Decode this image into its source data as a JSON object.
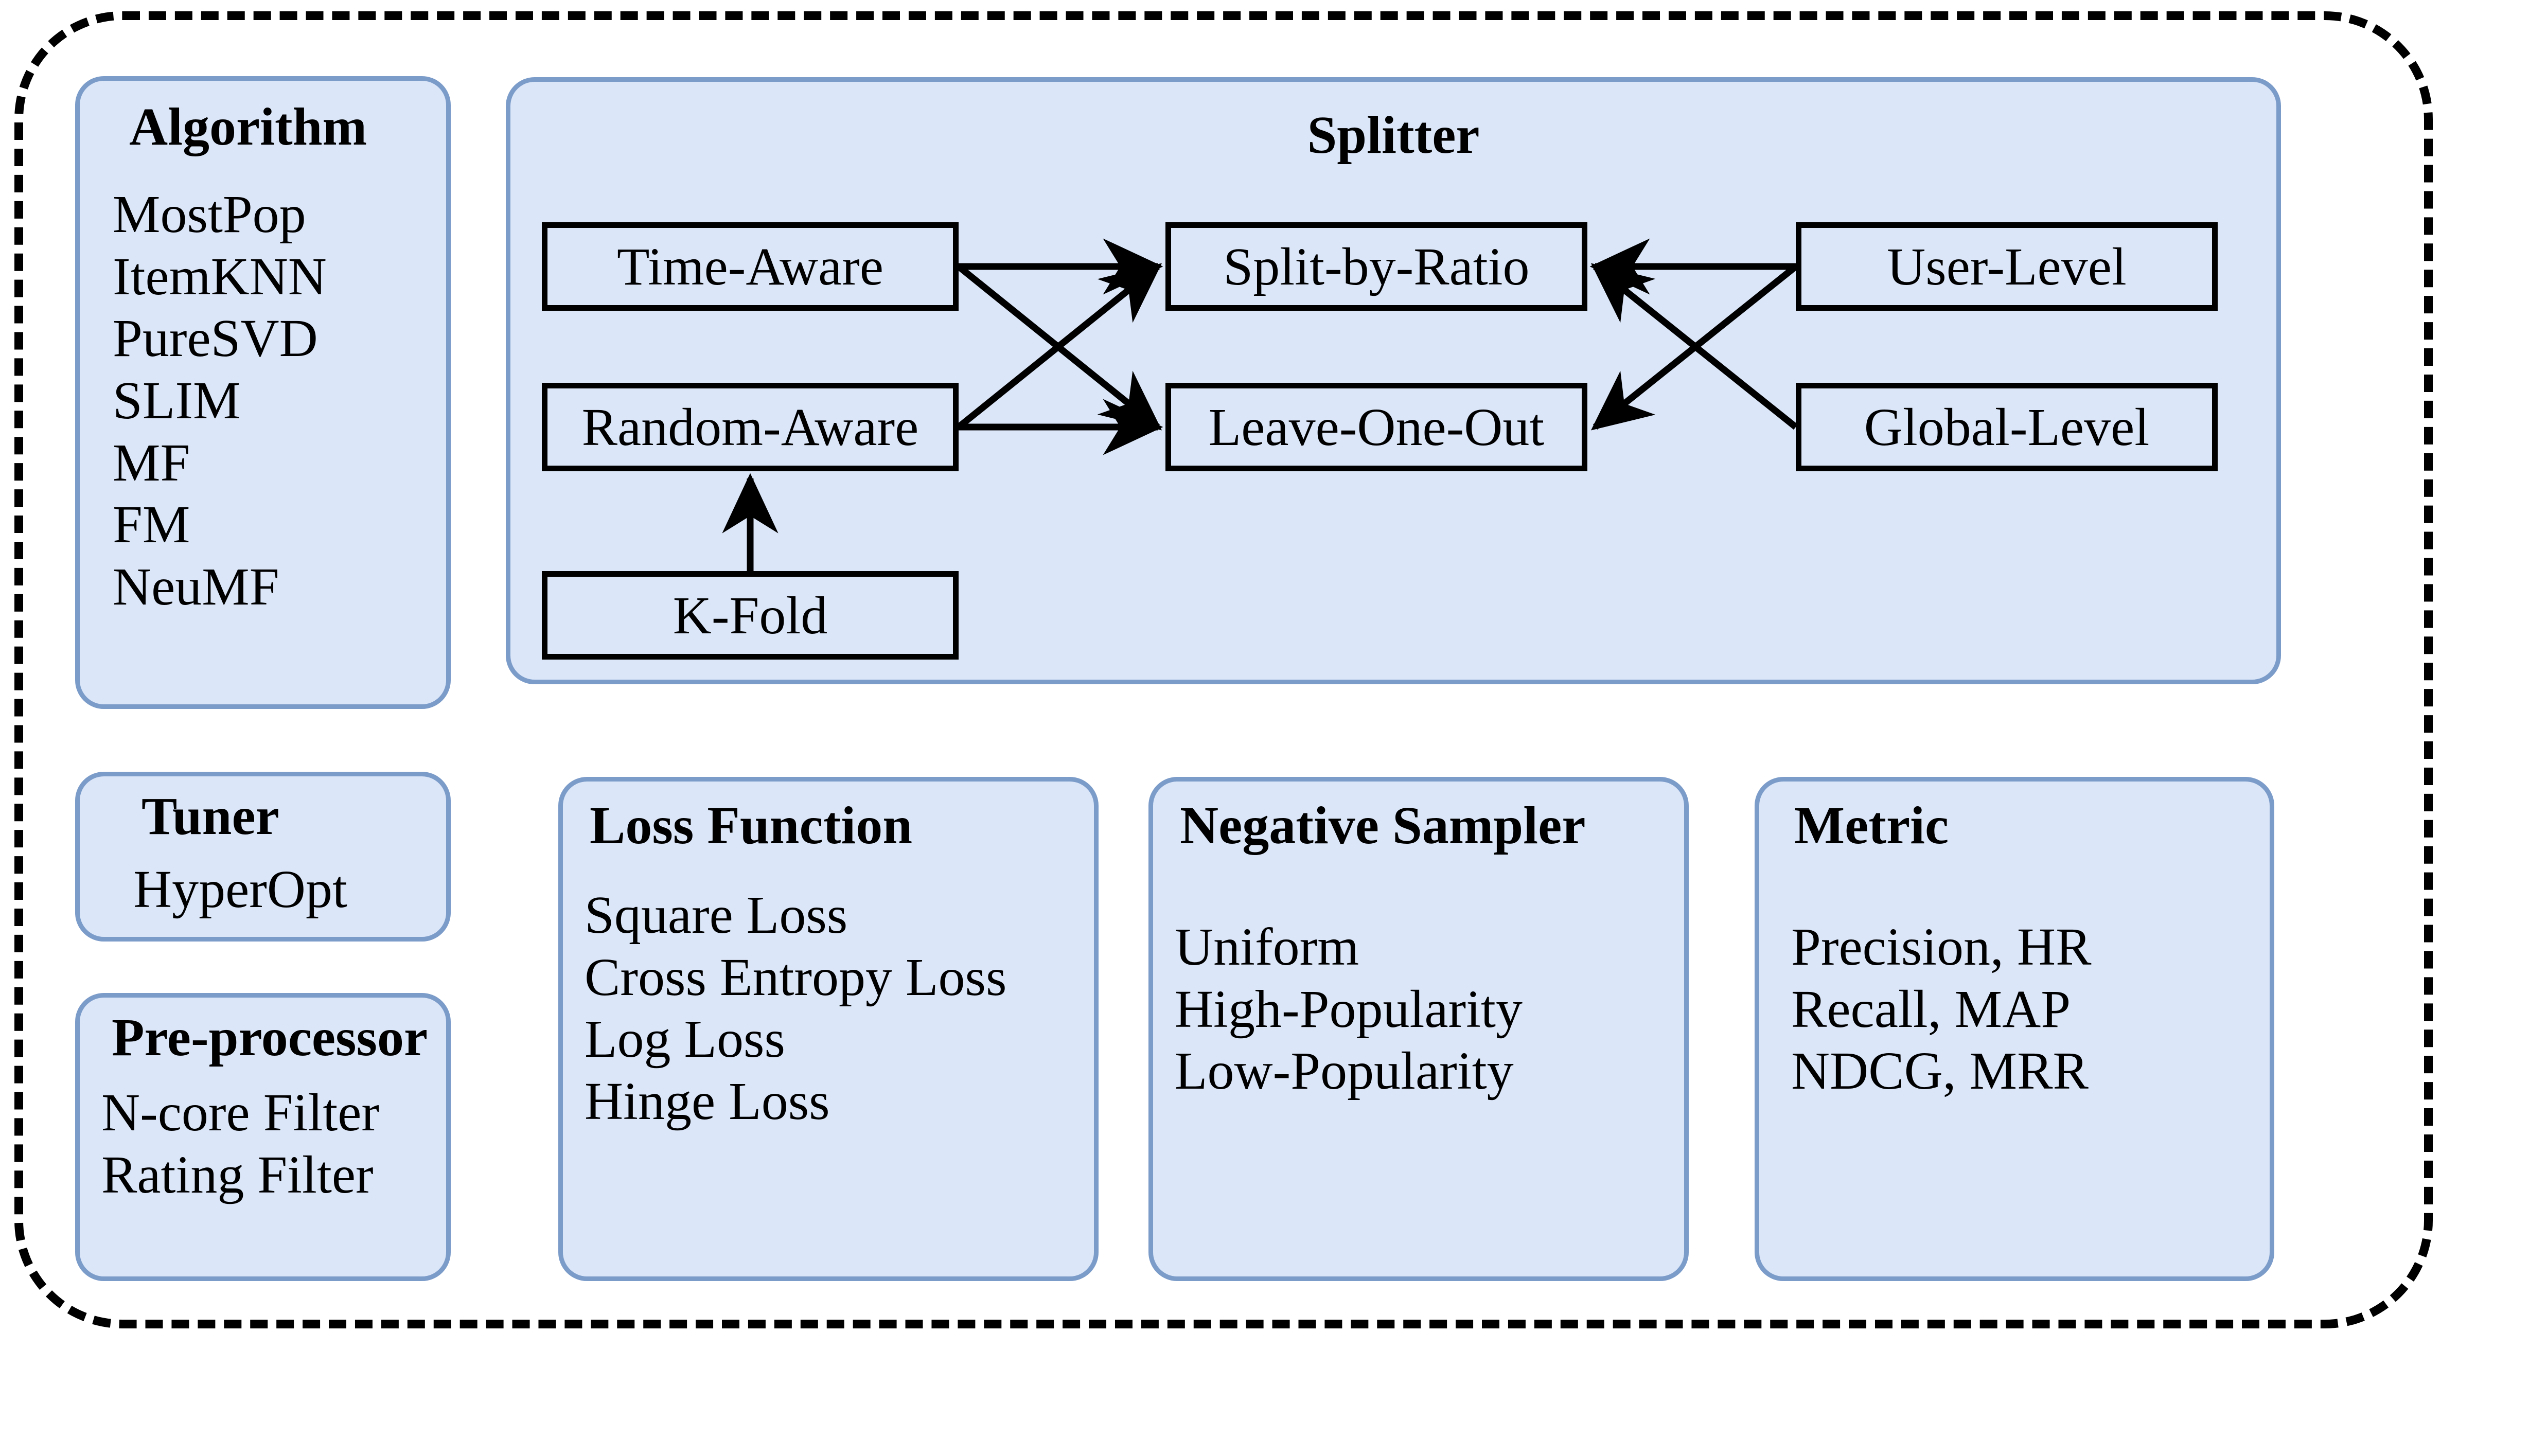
{
  "colors": {
    "panel_fill": "#dbe6f8",
    "panel_border": "#7b9bc9",
    "node_border": "#000000",
    "frame_dash": "#000000",
    "background": "#ffffff"
  },
  "algorithm": {
    "title": "Algorithm",
    "items": [
      "MostPop",
      "ItemKNN",
      "PureSVD",
      "SLIM",
      "MF",
      "FM",
      "NeuMF"
    ]
  },
  "splitter": {
    "title": "Splitter",
    "nodes": {
      "time_aware": "Time-Aware",
      "random_aware": "Random-Aware",
      "k_fold": "K-Fold",
      "split_by_ratio": "Split-by-Ratio",
      "leave_one_out": "Leave-One-Out",
      "user_level": "User-Level",
      "global_level": "Global-Level"
    },
    "edges": [
      {
        "from": "Time-Aware",
        "to": "Split-by-Ratio"
      },
      {
        "from": "Time-Aware",
        "to": "Leave-One-Out"
      },
      {
        "from": "Random-Aware",
        "to": "Split-by-Ratio"
      },
      {
        "from": "Random-Aware",
        "to": "Leave-One-Out"
      },
      {
        "from": "K-Fold",
        "to": "Random-Aware"
      },
      {
        "from": "User-Level",
        "to": "Split-by-Ratio"
      },
      {
        "from": "User-Level",
        "to": "Leave-One-Out"
      },
      {
        "from": "Global-Level",
        "to": "Split-by-Ratio"
      }
    ]
  },
  "tuner": {
    "title": "Tuner",
    "items": [
      "HyperOpt"
    ]
  },
  "preprocessor": {
    "title": "Pre-processor",
    "items": [
      "N-core Filter",
      "Rating Filter"
    ]
  },
  "loss_function": {
    "title": "Loss Function",
    "items": [
      "Square Loss",
      "Cross Entropy Loss",
      "Log Loss",
      "Hinge Loss"
    ]
  },
  "negative_sampler": {
    "title": "Negative Sampler",
    "items": [
      "Uniform",
      "High-Popularity",
      "Low-Popularity"
    ]
  },
  "metric": {
    "title": "Metric",
    "items": [
      "Precision, HR",
      "Recall, MAP",
      "NDCG, MRR"
    ]
  }
}
